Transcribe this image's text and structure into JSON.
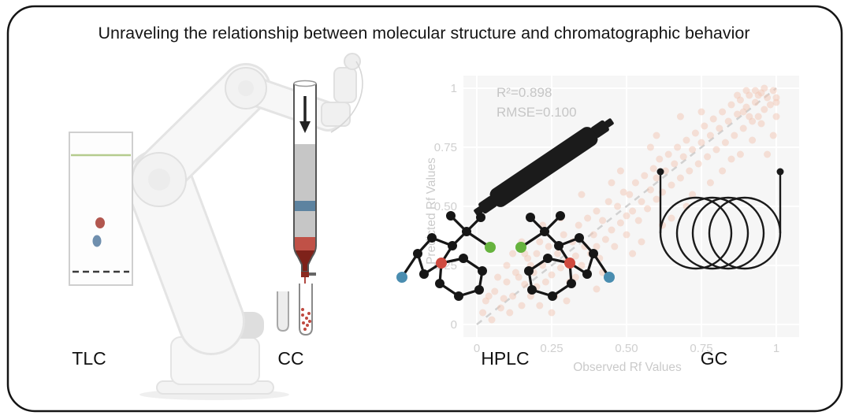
{
  "title": "Unraveling the relationship between molecular structure and chromatographic behavior",
  "frame": {
    "border_color": "#1a1a1a",
    "background": "#ffffff"
  },
  "methods": {
    "tlc": "TLC",
    "cc": "CC",
    "hplc": "HPLC",
    "gc": "GC"
  },
  "chart_data": {
    "type": "scatter",
    "title": "",
    "xlabel": "Observed Rf Values",
    "ylabel": "Predicted Rf Values",
    "xlim": [
      0,
      1
    ],
    "ylim": [
      0,
      1
    ],
    "xticks": [
      "0",
      "0.25",
      "0.50",
      "0.75",
      "1"
    ],
    "yticks": [
      "0",
      "0.25",
      "0.50",
      "0.75",
      "1"
    ],
    "tick_values": [
      0,
      0.25,
      0.5,
      0.75,
      1
    ],
    "grid": true,
    "legend": "none",
    "annotations": {
      "r2": "R²=0.898",
      "rmse": "RMSE=0.100"
    },
    "identity_line": {
      "from": [
        0,
        0
      ],
      "to": [
        1,
        1
      ],
      "style": "dashed",
      "color": "#c6c6c6"
    },
    "point_color": "#f0b9a2",
    "points": [
      [
        0.02,
        0.05
      ],
      [
        0.03,
        0.1
      ],
      [
        0.04,
        0.12
      ],
      [
        0.05,
        0.02
      ],
      [
        0.06,
        0.14
      ],
      [
        0.07,
        0.2
      ],
      [
        0.08,
        0.07
      ],
      [
        0.09,
        0.11
      ],
      [
        0.1,
        0.18
      ],
      [
        0.1,
        0.25
      ],
      [
        0.11,
        0.05
      ],
      [
        0.12,
        0.12
      ],
      [
        0.12,
        0.3
      ],
      [
        0.13,
        0.22
      ],
      [
        0.14,
        0.2
      ],
      [
        0.15,
        0.08
      ],
      [
        0.15,
        0.35
      ],
      [
        0.16,
        0.17
      ],
      [
        0.16,
        0.3
      ],
      [
        0.17,
        0.28
      ],
      [
        0.18,
        0.12
      ],
      [
        0.18,
        0.25
      ],
      [
        0.19,
        0.22
      ],
      [
        0.2,
        0.16
      ],
      [
        0.2,
        0.3
      ],
      [
        0.21,
        0.08
      ],
      [
        0.21,
        0.35
      ],
      [
        0.22,
        0.25
      ],
      [
        0.22,
        0.42
      ],
      [
        0.23,
        0.18
      ],
      [
        0.24,
        0.33
      ],
      [
        0.24,
        0.28
      ],
      [
        0.25,
        0.21
      ],
      [
        0.25,
        0.05
      ],
      [
        0.26,
        0.12
      ],
      [
        0.27,
        0.3
      ],
      [
        0.28,
        0.24
      ],
      [
        0.28,
        0.45
      ],
      [
        0.29,
        0.38
      ],
      [
        0.3,
        0.27
      ],
      [
        0.3,
        0.1
      ],
      [
        0.31,
        0.18
      ],
      [
        0.32,
        0.35
      ],
      [
        0.33,
        0.29
      ],
      [
        0.33,
        0.2
      ],
      [
        0.34,
        0.42
      ],
      [
        0.35,
        0.25
      ],
      [
        0.35,
        0.55
      ],
      [
        0.36,
        0.33
      ],
      [
        0.37,
        0.45
      ],
      [
        0.38,
        0.3
      ],
      [
        0.39,
        0.38
      ],
      [
        0.4,
        0.33
      ],
      [
        0.4,
        0.48
      ],
      [
        0.4,
        0.15
      ],
      [
        0.41,
        0.28
      ],
      [
        0.42,
        0.44
      ],
      [
        0.42,
        0.22
      ],
      [
        0.43,
        0.36
      ],
      [
        0.44,
        0.52
      ],
      [
        0.45,
        0.4
      ],
      [
        0.45,
        0.6
      ],
      [
        0.46,
        0.33
      ],
      [
        0.47,
        0.5
      ],
      [
        0.48,
        0.43
      ],
      [
        0.48,
        0.65
      ],
      [
        0.49,
        0.56
      ],
      [
        0.5,
        0.46
      ],
      [
        0.5,
        0.38
      ],
      [
        0.51,
        0.55
      ],
      [
        0.52,
        0.48
      ],
      [
        0.52,
        0.3
      ],
      [
        0.53,
        0.6
      ],
      [
        0.54,
        0.44
      ],
      [
        0.55,
        0.52
      ],
      [
        0.55,
        0.35
      ],
      [
        0.56,
        0.63
      ],
      [
        0.57,
        0.49
      ],
      [
        0.58,
        0.57
      ],
      [
        0.58,
        0.75
      ],
      [
        0.59,
        0.66
      ],
      [
        0.6,
        0.53
      ],
      [
        0.6,
        0.62
      ],
      [
        0.6,
        0.8
      ],
      [
        0.61,
        0.7
      ],
      [
        0.62,
        0.56
      ],
      [
        0.62,
        0.42
      ],
      [
        0.63,
        0.65
      ],
      [
        0.64,
        0.72
      ],
      [
        0.65,
        0.59
      ],
      [
        0.65,
        0.45
      ],
      [
        0.66,
        0.68
      ],
      [
        0.67,
        0.75
      ],
      [
        0.68,
        0.62
      ],
      [
        0.68,
        0.88
      ],
      [
        0.69,
        0.71
      ],
      [
        0.7,
        0.78
      ],
      [
        0.7,
        0.5
      ],
      [
        0.71,
        0.65
      ],
      [
        0.72,
        0.74
      ],
      [
        0.72,
        0.55
      ],
      [
        0.73,
        0.81
      ],
      [
        0.74,
        0.68
      ],
      [
        0.75,
        0.77
      ],
      [
        0.75,
        0.9
      ],
      [
        0.76,
        0.84
      ],
      [
        0.77,
        0.71
      ],
      [
        0.78,
        0.8
      ],
      [
        0.78,
        0.6
      ],
      [
        0.79,
        0.87
      ],
      [
        0.8,
        0.74
      ],
      [
        0.81,
        0.83
      ],
      [
        0.82,
        0.9
      ],
      [
        0.82,
        0.65
      ],
      [
        0.83,
        0.77
      ],
      [
        0.84,
        0.86
      ],
      [
        0.85,
        0.93
      ],
      [
        0.85,
        0.7
      ],
      [
        0.86,
        0.8
      ],
      [
        0.87,
        0.89
      ],
      [
        0.87,
        0.97
      ],
      [
        0.88,
        0.95
      ],
      [
        0.88,
        0.72
      ],
      [
        0.89,
        0.83
      ],
      [
        0.89,
        0.9
      ],
      [
        0.9,
        0.92
      ],
      [
        0.9,
        0.99
      ],
      [
        0.91,
        0.97
      ],
      [
        0.91,
        0.88
      ],
      [
        0.92,
        0.86
      ],
      [
        0.92,
        0.78
      ],
      [
        0.93,
        0.94
      ],
      [
        0.93,
        0.99
      ],
      [
        0.94,
        0.88
      ],
      [
        0.94,
        0.97
      ],
      [
        0.95,
        0.98
      ],
      [
        0.95,
        0.85
      ],
      [
        0.96,
        0.91
      ],
      [
        0.96,
        1.0
      ],
      [
        0.97,
        0.96
      ],
      [
        0.97,
        0.72
      ],
      [
        0.98,
        0.93
      ],
      [
        0.99,
        0.99
      ],
      [
        0.99,
        0.8
      ],
      [
        1.0,
        0.96
      ],
      [
        1.0,
        0.88
      ],
      [
        1.0,
        0.94
      ]
    ]
  },
  "colors": {
    "molecule_black": "#161616",
    "molecule_red": "#cf4a3f",
    "molecule_green": "#66b33e",
    "molecule_teal": "#4a8db0",
    "tlc_green_line": "#b5cc8e",
    "tlc_red_spot": "#b2574f",
    "tlc_blue_spot": "#6f8fae"
  }
}
